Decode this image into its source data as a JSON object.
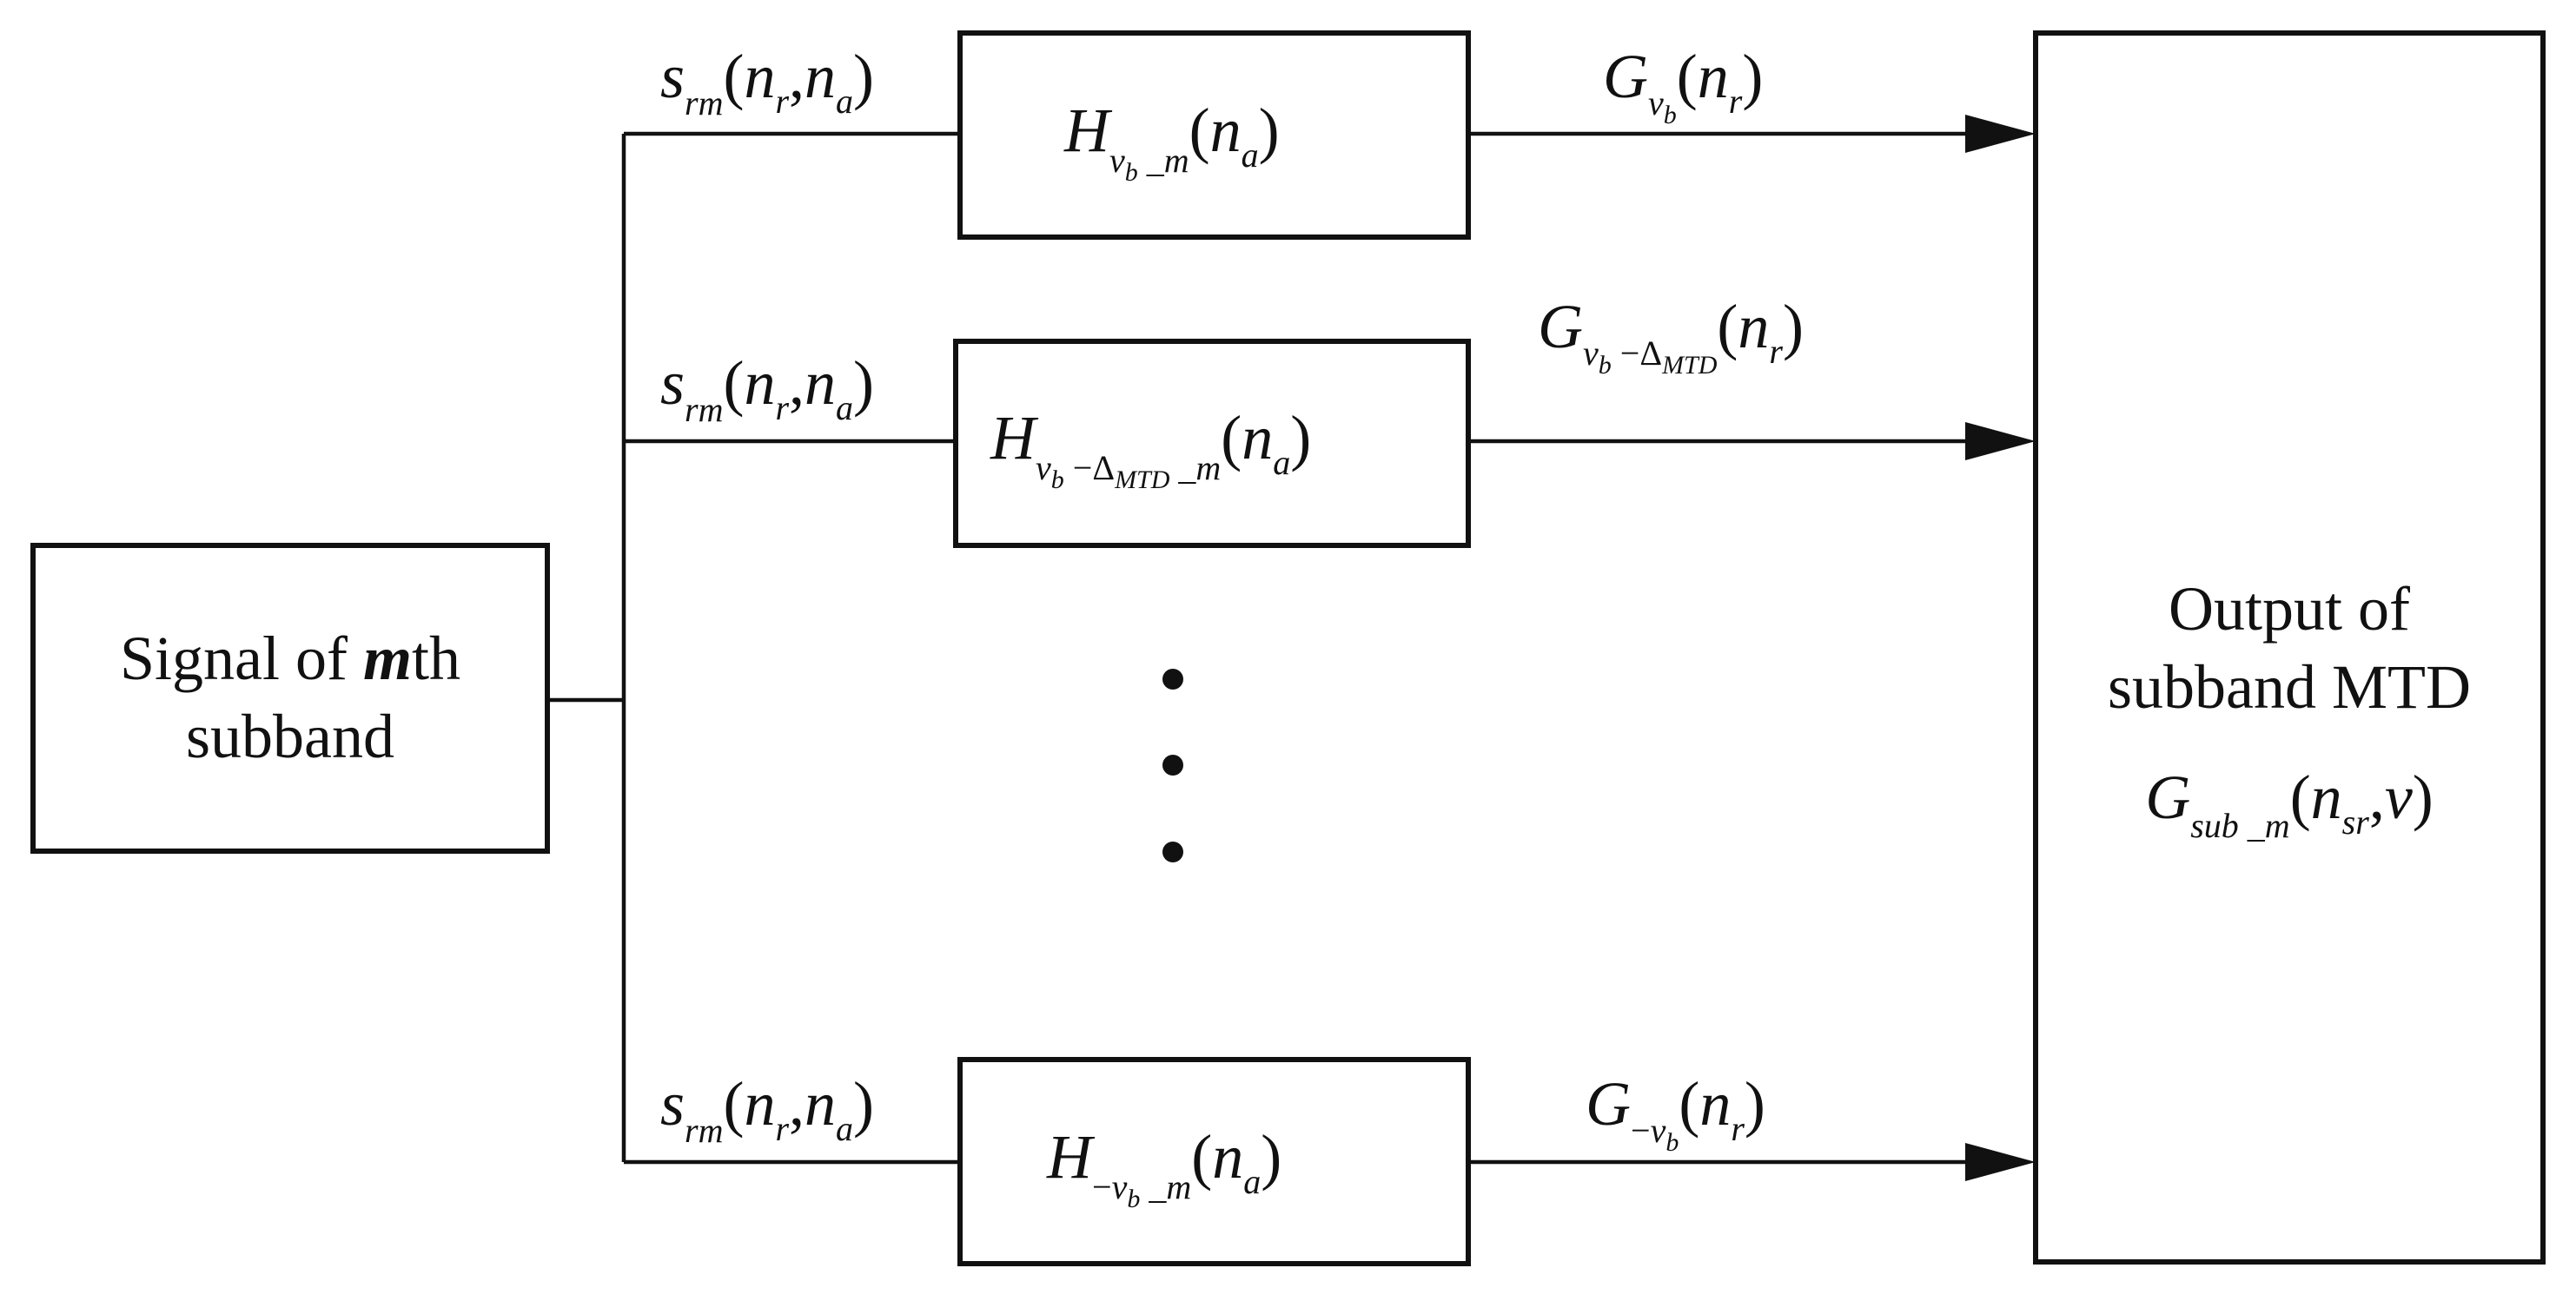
{
  "input_block": {
    "line1_prefix": "Signal of ",
    "line1_var": "m",
    "line1_suffix": "th",
    "line2": "subband"
  },
  "output_block": {
    "line1": "Output of",
    "line2": "subband MTD",
    "formula": {
      "symbol": "G",
      "subscript": "sub _m",
      "args_open": "(",
      "arg1": "n",
      "arg1_sub": "sr",
      "sep": ",",
      "arg2": "v",
      "args_close": ")"
    }
  },
  "branches": [
    {
      "input_label": {
        "s": "s",
        "s_sub": "rm",
        "open": "(",
        "n1": "n",
        "n1_sub": "r",
        "sep": ",",
        "n2": "n",
        "n2_sub": "a",
        "close": ")"
      },
      "filter": {
        "H": "H",
        "sub_v": "v",
        "sub_v_sub": "b",
        "sub_rest": " _m",
        "open": "(",
        "n": "n",
        "n_sub": "a",
        "close": ")"
      },
      "output_label": {
        "G": "G",
        "sub_v": "v",
        "sub_v_sub": "b",
        "open": "(",
        "n": "n",
        "n_sub": "r",
        "close": ")"
      }
    },
    {
      "input_label": {
        "s": "s",
        "s_sub": "rm",
        "open": "(",
        "n1": "n",
        "n1_sub": "r",
        "sep": ",",
        "n2": "n",
        "n2_sub": "a",
        "close": ")"
      },
      "filter": {
        "H": "H",
        "sub_v": "v",
        "sub_v_sub": "b",
        "sub_minus": " −",
        "sub_delta": "Δ",
        "sub_delta_sub": "MTD",
        "sub_rest": " _m",
        "open": "(",
        "n": "n",
        "n_sub": "a",
        "close": ")"
      },
      "output_label": {
        "G": "G",
        "sub_v": "v",
        "sub_v_sub": "b",
        "sub_minus": " −",
        "sub_delta": "Δ",
        "sub_delta_sub": "MTD",
        "open": "(",
        "n": "n",
        "n_sub": "r",
        "close": ")"
      }
    },
    {
      "input_label": {
        "s": "s",
        "s_sub": "rm",
        "open": "(",
        "n1": "n",
        "n1_sub": "r",
        "sep": ",",
        "n2": "n",
        "n2_sub": "a",
        "close": ")"
      },
      "filter": {
        "H": "H",
        "sub_neg": "−",
        "sub_v": "v",
        "sub_v_sub": "b",
        "sub_rest": " _m",
        "open": "(",
        "n": "n",
        "n_sub": "a",
        "close": ")"
      },
      "output_label": {
        "G": "G",
        "sub_neg": "−",
        "sub_v": "v",
        "sub_v_sub": "b",
        "open": "(",
        "n": "n",
        "n_sub": "r",
        "close": ")"
      }
    }
  ],
  "ellipsis": [
    "•",
    "•",
    "•"
  ]
}
